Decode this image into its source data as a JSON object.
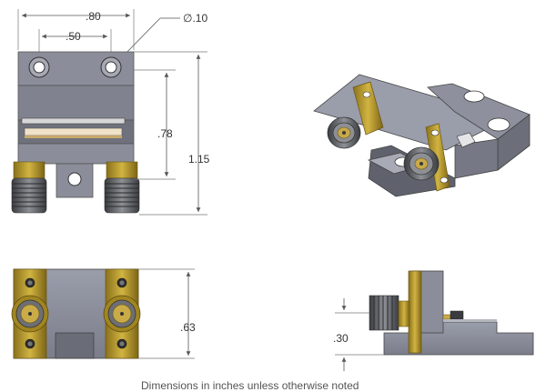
{
  "dimensions": {
    "width_overall": ".80",
    "hole_spacing": ".50",
    "hole_diameter": "∅.10",
    "slot_height": ".78",
    "total_height": "1.15",
    "front_height": ".63",
    "side_offset": ".30"
  },
  "note": "Dimensions in inches unless otherwise noted",
  "colors": {
    "body_metal": "#8a8d99",
    "body_dark": "#5f626c",
    "gold": "#b89a2a",
    "gold_dark": "#7d6516",
    "thread": "#4a4d52",
    "background": "#ffffff"
  },
  "views": [
    "top-view",
    "isometric-view",
    "front-view",
    "side-view"
  ],
  "icons": [
    "mounting-hole-icon",
    "sma-connector-icon"
  ]
}
